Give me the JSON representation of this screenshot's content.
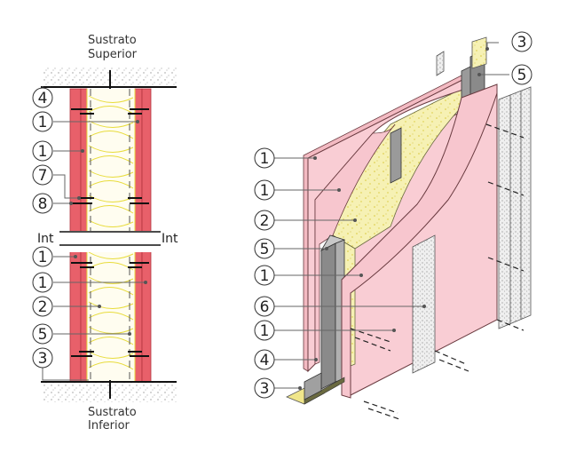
{
  "section_view": {
    "top_label_line1": "Sustrato",
    "top_label_line2": "Superior",
    "bottom_label_line1": "Sustrato",
    "bottom_label_line2": "Inferior",
    "int_left": "Int",
    "int_right": "Int",
    "callouts": [
      "4",
      "1",
      "1",
      "7",
      "8",
      "1",
      "1",
      "2",
      "5",
      "3"
    ]
  },
  "iso_view": {
    "callouts_left": [
      "1",
      "1",
      "2",
      "5",
      "1",
      "6",
      "1",
      "4",
      "3"
    ],
    "callouts_right": [
      "3",
      "5"
    ]
  },
  "colors": {
    "board_red": "#e8606a",
    "board_pink": "#f9cdd4",
    "insulation_yellow": "#f4f0b0",
    "insulation_line": "#e8dc3c",
    "stud_gray": "#8a8a8a",
    "substrate_gray": "#d8d8d8"
  }
}
